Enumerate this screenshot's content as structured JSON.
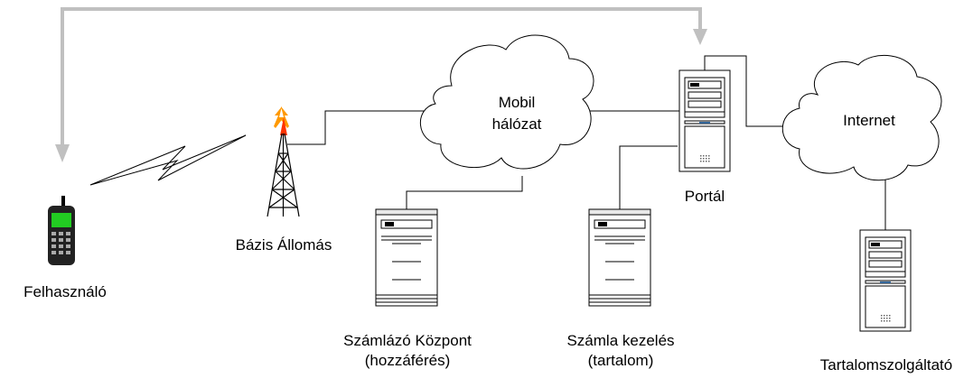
{
  "nodes": {
    "user": {
      "label": "Felhasználó"
    },
    "base_station": {
      "label": "Bázis Állomás"
    },
    "mobile_network": {
      "line1": "Mobil",
      "line2": "hálózat"
    },
    "internet": {
      "label": "Internet"
    },
    "portal": {
      "label": "Portál"
    },
    "billing_center": {
      "line1": "Számlázó Központ",
      "line2": "(hozzáférés)"
    },
    "billing_handling": {
      "line1": "Számla kezelés",
      "line2": "(tartalom)"
    },
    "content_provider": {
      "label": "Tartalomszolgáltató"
    }
  },
  "colors": {
    "feedback_arrow": "#c0c0c0",
    "phone_screen": "#22cc22",
    "antenna_spark": "#ff9900",
    "antenna_spark_inner": "#ff3300",
    "server_accent": "#336699"
  }
}
